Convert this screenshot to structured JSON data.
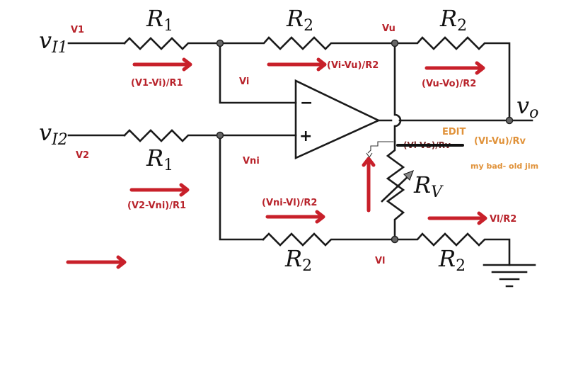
{
  "diagram": {
    "type": "op-amp circuit schematic with current annotations",
    "components": {
      "input1": {
        "symbol": "v",
        "subscript": "I1"
      },
      "input2": {
        "symbol": "v",
        "subscript": "I2"
      },
      "output": {
        "symbol": "v",
        "subscript": "o"
      },
      "r1_top": {
        "symbol": "R",
        "subscript": "1"
      },
      "r1_bottom": {
        "symbol": "R",
        "subscript": "1"
      },
      "r2_top": {
        "symbol": "R",
        "subscript": "2"
      },
      "r2_feedback": {
        "symbol": "R",
        "subscript": "2"
      },
      "r2_bottom": {
        "symbol": "R",
        "subscript": "2"
      },
      "r2_ground": {
        "symbol": "R",
        "subscript": "2"
      },
      "rv": {
        "symbol": "R",
        "subscript": "V"
      },
      "opamp": {
        "inverting_sign": "−",
        "noninverting_sign": "+"
      }
    },
    "node_labels": {
      "v1": "V1",
      "v2": "V2",
      "vi": "Vi",
      "vni": "Vni",
      "vu": "Vu",
      "vl": "Vl"
    },
    "current_labels": {
      "i_r1_top": "(V1-Vi)/R1",
      "i_r2_top": "(Vi-Vu)/R2",
      "i_r2_feedback": "(Vu-Vo)/R2",
      "i_r1_bottom": "(V2-Vni)/R1",
      "i_r2_bottom": "(Vni-Vl)/R2",
      "i_r2_ground": "Vl/R2",
      "i_rv_struck": "(Vl-Vo)/Rv",
      "i_rv_corrected": "(Vl-Vu)/Rv"
    },
    "annotations": {
      "edit_tag": "EDIT",
      "note": "my bad- old jim"
    },
    "colors": {
      "annotation_red": "#b8232b",
      "arrow_red": "#c8202a",
      "edit_orange": "#e0923a",
      "wire": "#1a1a1a"
    }
  }
}
